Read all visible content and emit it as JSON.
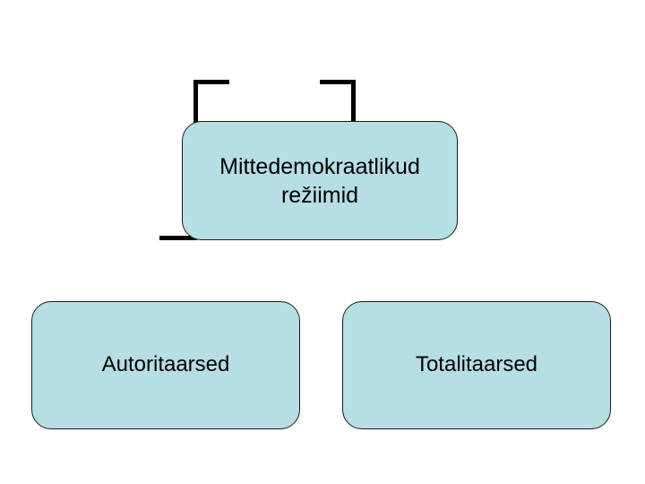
{
  "diagram": {
    "type": "hierarchy-tree",
    "background_color": "#ffffff",
    "node_fill_color": "#b7dee2",
    "node_border_color": "#1a1a1a",
    "connector_color": "#000000",
    "text_color": "#000000",
    "language": "et",
    "nodes": {
      "root": {
        "label": "Mittedemokraatlikud režiimid",
        "line1": "Mittedemokraatlikud",
        "line2": "režiimid"
      },
      "child_left": {
        "label": "Autoritaarsed"
      },
      "child_right": {
        "label": "Totalitaarsed"
      }
    },
    "connectors": [
      {
        "name": "top-left-bracket"
      },
      {
        "name": "top-right-bracket"
      },
      {
        "name": "bottom-left-stub"
      },
      {
        "name": "bottom-right-stub"
      }
    ]
  }
}
